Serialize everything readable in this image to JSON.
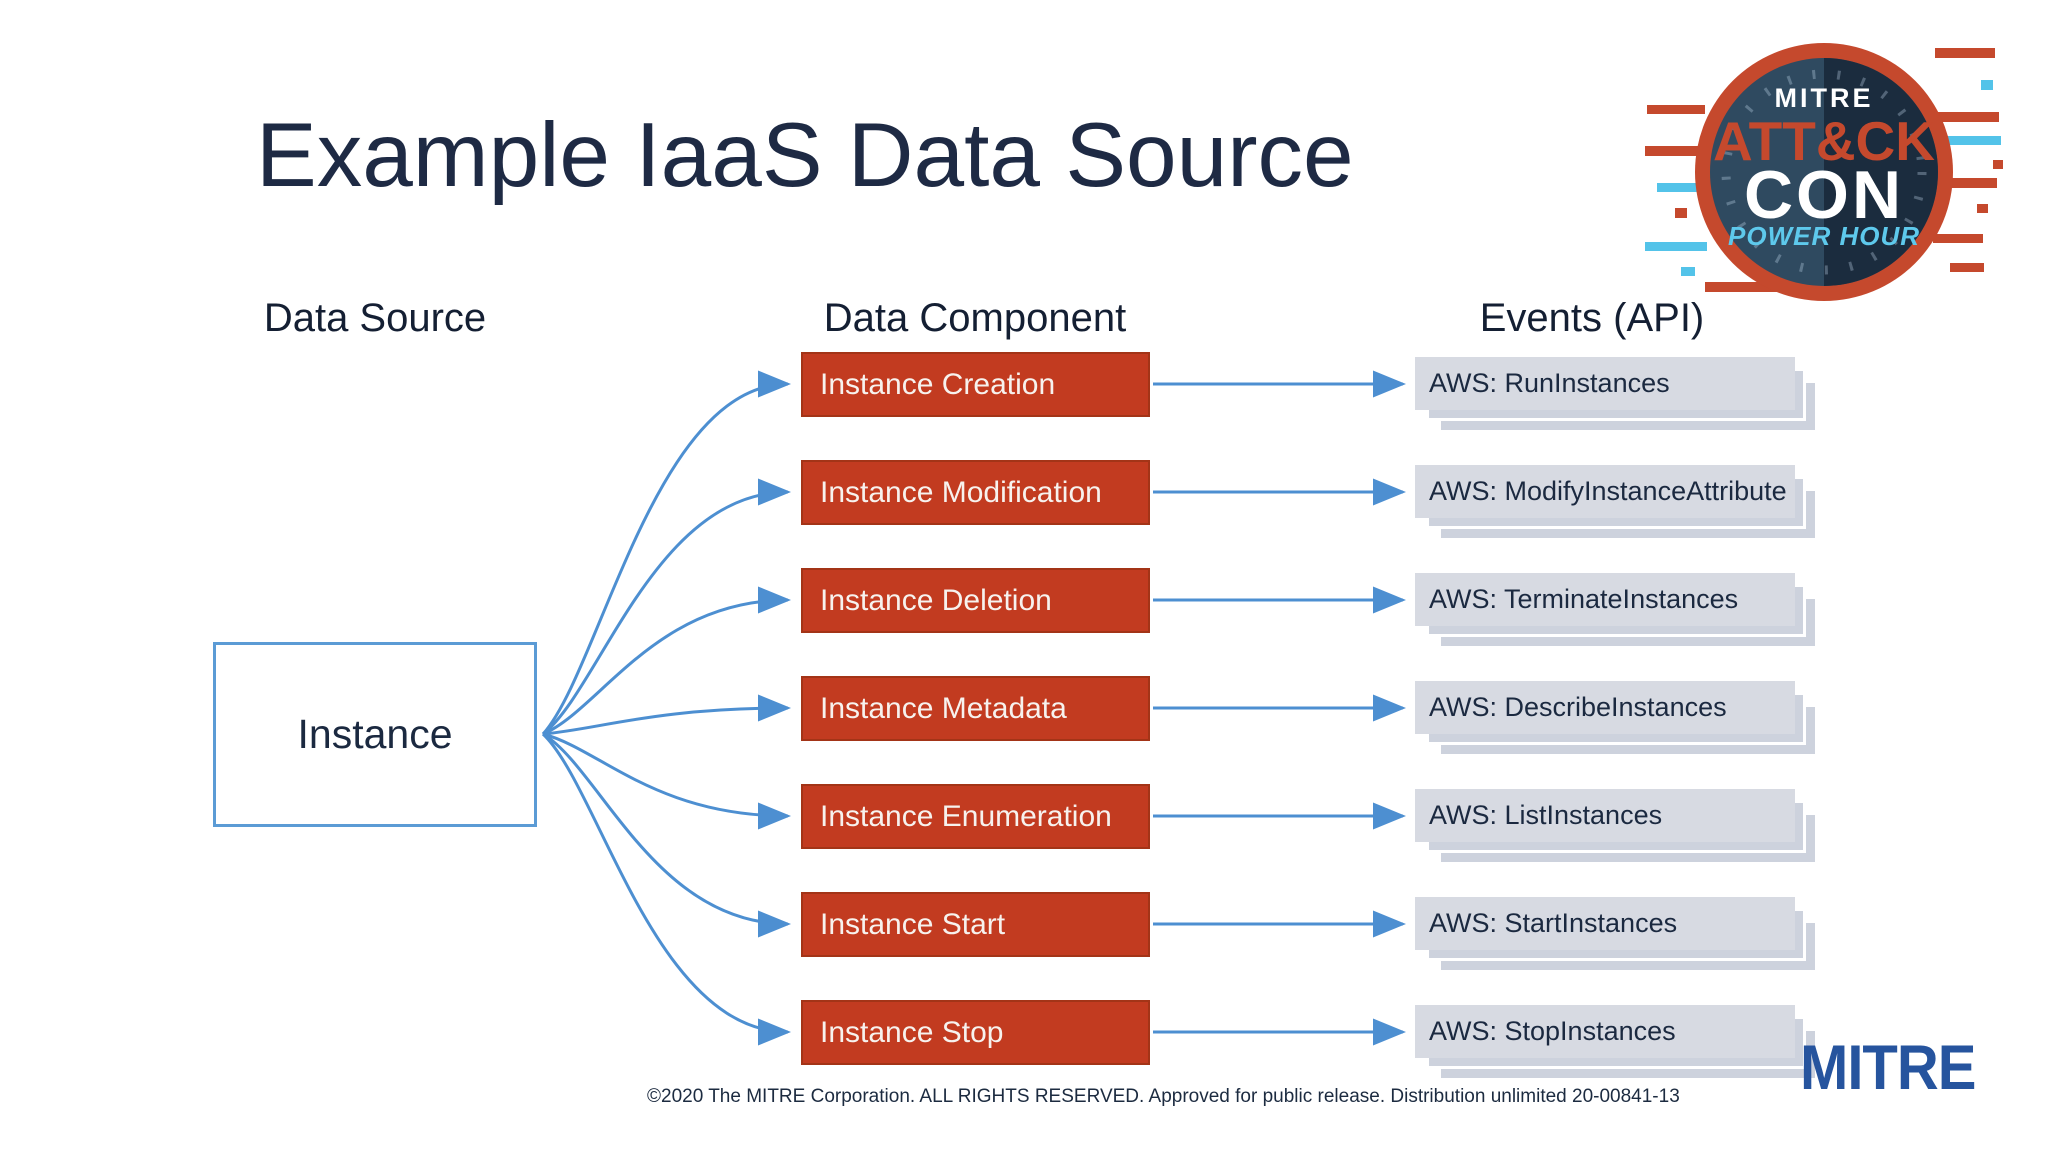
{
  "slide": {
    "title": "Example IaaS Data Source",
    "footer": "©2020 The MITRE Corporation. ALL RIGHTS RESERVED. Approved for public release. Distribution unlimited 20-00841-13"
  },
  "columns": {
    "data_source": "Data Source",
    "data_component": "Data Component",
    "events": "Events (API)"
  },
  "source": {
    "label": "Instance"
  },
  "rows": [
    {
      "component": "Instance Creation",
      "event": "AWS: RunInstances"
    },
    {
      "component": "Instance Modification",
      "event": "AWS: ModifyInstanceAttribute"
    },
    {
      "component": "Instance Deletion",
      "event": "AWS: TerminateInstances"
    },
    {
      "component": "Instance Metadata",
      "event": "AWS: DescribeInstances"
    },
    {
      "component": "Instance Enumeration",
      "event": "AWS: ListInstances"
    },
    {
      "component": "Instance Start",
      "event": "AWS: StartInstances"
    },
    {
      "component": "Instance Stop",
      "event": "AWS: StopInstances"
    }
  ],
  "badge": {
    "brand": "MITRE",
    "attack": "ATT&CK",
    "con": "CON",
    "tagline": "POWER HOUR"
  },
  "footer_logo": {
    "label": "MITRE"
  },
  "colors": {
    "component_fill": "#c23b20",
    "event_fill": "#d7dae2",
    "event_stack": "#cdd2dd",
    "arrow_blue": "#4d8fd1",
    "source_border": "#5b9bd5",
    "dark_navy_text": "#1b2940",
    "badge_ring_red": "#c5492d",
    "badge_navy_light": "#2f4a60",
    "badge_navy_dark": "#1b2c3e",
    "badge_cyan": "#53c3e9",
    "mitre_blue": "#26549e"
  }
}
